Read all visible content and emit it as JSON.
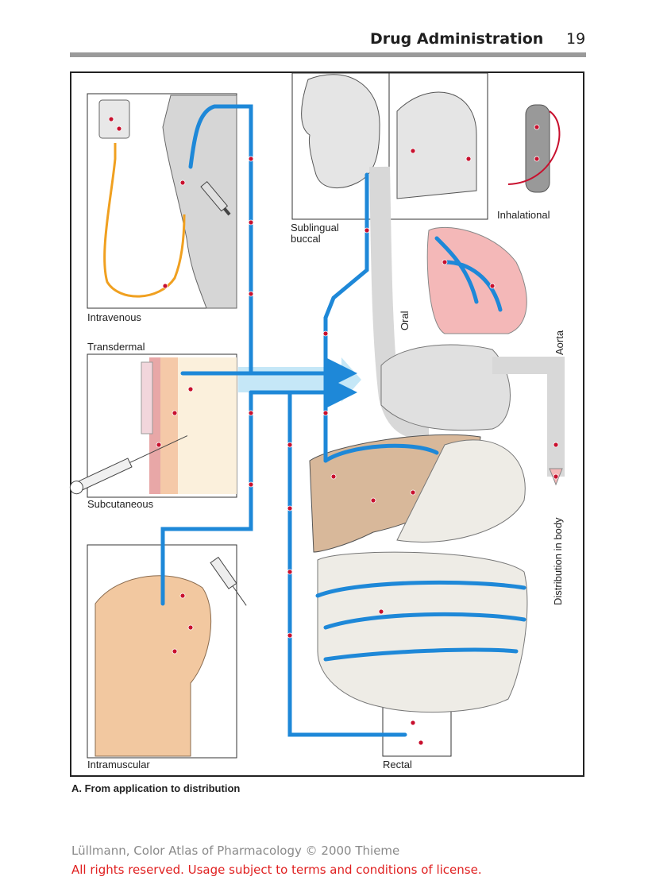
{
  "header": {
    "title": "Drug Administration",
    "page_number": "19"
  },
  "figure": {
    "labels": {
      "intravenous": "Intravenous",
      "transdermal": "Transdermal",
      "subcutaneous": "Subcutaneous",
      "intramuscular": "Intramuscular",
      "sublingual": "Sublingual\nbuccal",
      "inhalational": "Inhalational",
      "oral": "Oral",
      "aorta": "Aorta",
      "distribution": "Distribution in body",
      "rectal": "Rectal"
    },
    "caption": "A. From application to distribution"
  },
  "footer": {
    "credit": "Lüllmann, Color Atlas of Pharmacology © 2000 Thieme",
    "license": "All rights reserved. Usage subject to terms and conditions of license."
  },
  "colors": {
    "vessel_blue": "#1e88d8",
    "drug_red": "#c8102e",
    "iv_orange": "#f0a020",
    "tissue_gray": "#d8d8d8",
    "liver_brown": "#d8b89a",
    "muscle_peach": "#f2c8a0",
    "flow_light_blue": "#bfe4f6",
    "lung_pink": "#f4b8b8"
  }
}
